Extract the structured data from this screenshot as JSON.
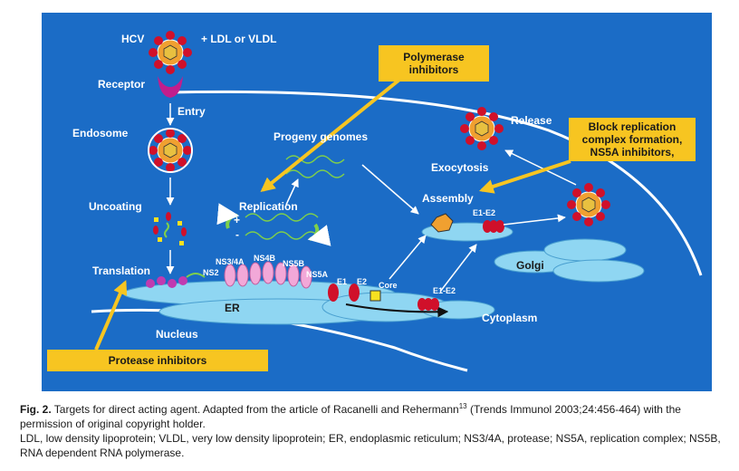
{
  "labels": {
    "hcv": "HCV",
    "ldl": "+ LDL or VLDL",
    "receptor": "Receptor",
    "entry": "Entry",
    "endosome": "Endosome",
    "uncoating": "Uncoating",
    "translation": "Translation",
    "nucleus": "Nucleus",
    "er": "ER",
    "ns2": "NS2",
    "ns34a": "NS3/4A",
    "ns4b": "NS4B",
    "ns5b": "NS5B",
    "ns5a": "NS5A",
    "e1": "E1",
    "e2": "E2",
    "core": "Core",
    "e1e2_low": "E1-E2",
    "e1e2_high": "E1-E2",
    "replication": "Replication",
    "progeny": "Progeny genomes",
    "exocytosis": "Exocytosis",
    "assembly": "Assembly",
    "release": "Release",
    "golgi": "Golgi",
    "cytoplasm": "Cytoplasm",
    "plus": "+",
    "minus": "-"
  },
  "boxes": {
    "polymerase": "Polymerase inhibitors",
    "block": "Block replication complex formation, NS5A inhibitors,",
    "protease": "Protease inhibitors"
  },
  "caption": {
    "fig": "Fig. 2.",
    "text_before": " Targets for direct acting agent. Adapted from the article of Racanelli and Rehermann",
    "sup": "13",
    "text_after": " (Trends Immunol 2003;24:456-464) with the permission of original copyright holder.",
    "abbreviations": "LDL, low density lipoprotein; VLDL, very low density lipoprotein; ER, endoplasmic reticulum; NS3/4A, protease; NS5A, replication complex; NS5B, RNA dependent RNA polymerase."
  },
  "colors": {
    "background": "#1b6cc6",
    "box": "#f7c521",
    "er": "#8fd6f2",
    "virus_red": "#d0102a",
    "virus_core": "#f0a030",
    "receptor": "#c21e8c",
    "rna": "#7fd04a"
  }
}
